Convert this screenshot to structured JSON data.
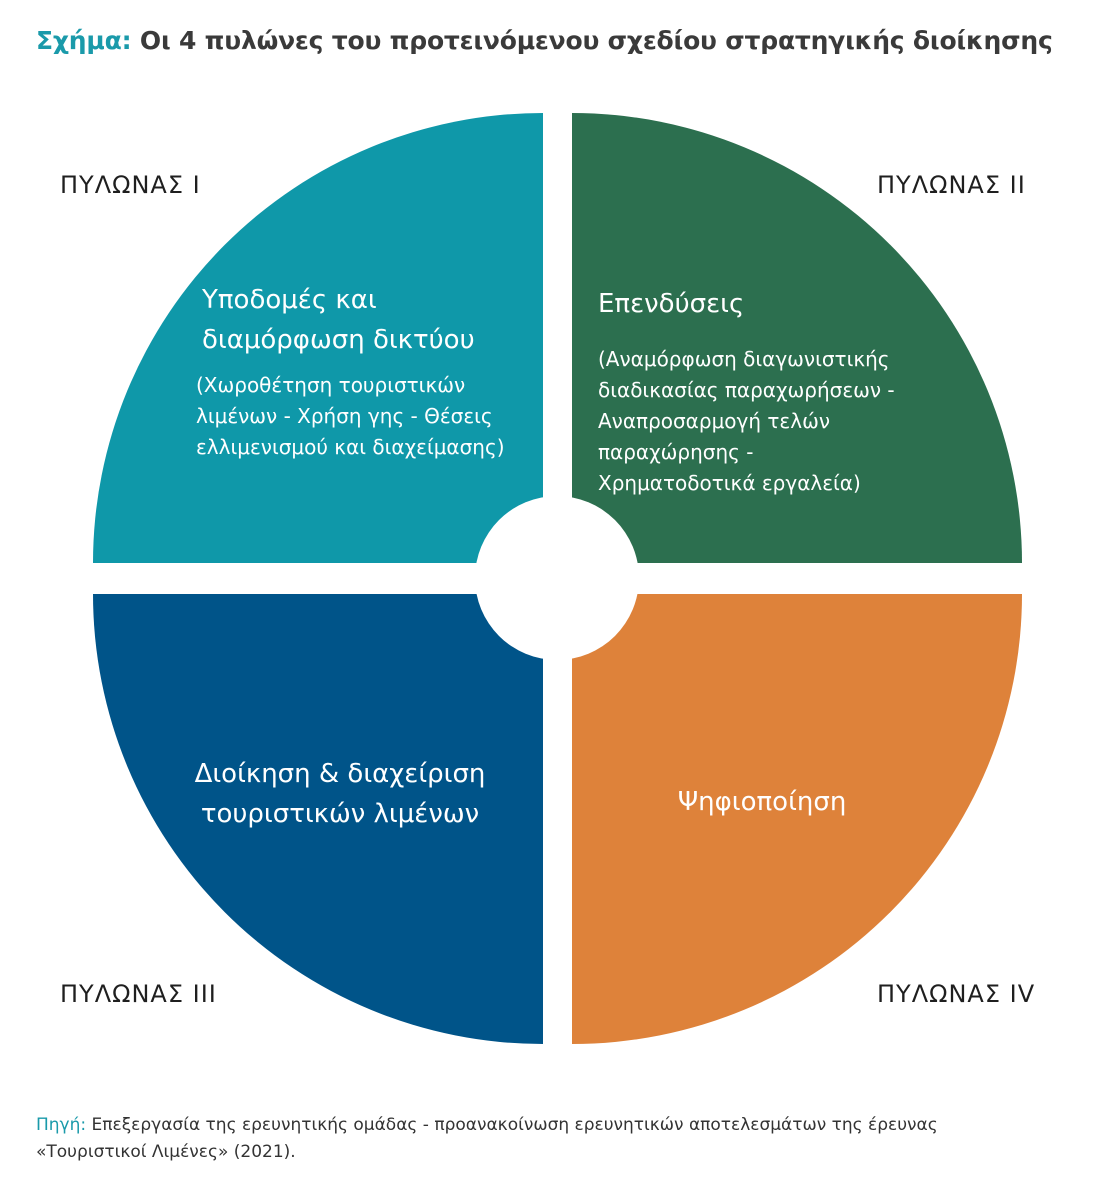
{
  "title": {
    "prefix": "Σχήμα:",
    "text": "Οι 4 πυλώνες του προτεινόμενου σχεδίου στρατηγικής διοίκησης"
  },
  "pillars": [
    {
      "tag": "ΠΥΛΩΝΑΣ I",
      "title_lines": [
        "Υποδομές και",
        "διαμόρφωση δικτύου"
      ],
      "sub_lines": [
        "(Χωροθέτηση τουριστικών",
        "λιμένων - Χρήση γης - Θέσεις",
        "ελλιμενισμού και διαχείμασης)"
      ],
      "color": "#0f98a9"
    },
    {
      "tag": "ΠΥΛΩΝΑΣ II",
      "title_lines": [
        "Επενδύσεις"
      ],
      "sub_lines": [
        "(Αναμόρφωση διαγωνιστικής",
        "διαδικασίας παραχωρήσεων -",
        "Αναπροσαρμογή τελών",
        "παραχώρησης -",
        "Χρηματοδοτικά εργαλεία)"
      ],
      "color": "#2c6f4f"
    },
    {
      "tag": "ΠΥΛΩΝΑΣ III",
      "title_lines": [
        "Διοίκηση & διαχείριση",
        "τουριστικών λιμένων"
      ],
      "sub_lines": [],
      "color": "#005489"
    },
    {
      "tag": "ΠΥΛΩΝΑΣ IV",
      "title_lines": [
        "Ψηφιοποίηση"
      ],
      "sub_lines": [],
      "color": "#de823a"
    }
  ],
  "source": {
    "prefix": "Πηγή:",
    "lines": [
      "Επεξεργασία της ερευνητικής ομάδας - προανακοίνωση ερευνητικών αποτελεσμάτων της έρευνας",
      "«Τουριστικοί Λιμένες» (2021)."
    ]
  }
}
